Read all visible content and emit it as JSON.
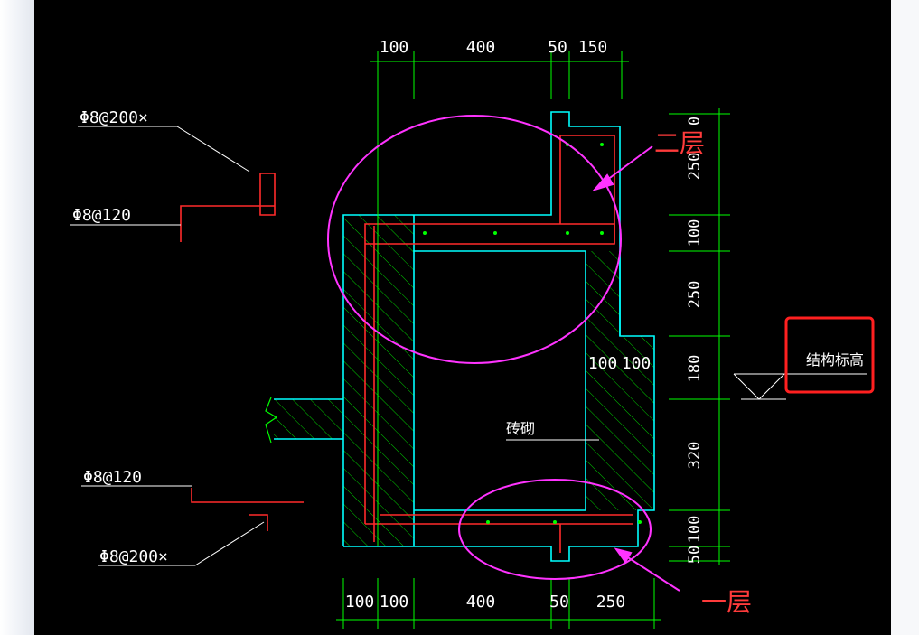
{
  "drawing": {
    "top_dims": [
      "100",
      "400",
      "50",
      "150"
    ],
    "bottom_dims": [
      "100",
      "100",
      "400",
      "50",
      "250"
    ],
    "right_dims": [
      "0",
      "250",
      "100",
      "250",
      "180",
      "320",
      "100",
      "50"
    ],
    "mid_dims": [
      "100",
      "100"
    ],
    "rebar_labels": {
      "top_a": "Φ8@200×",
      "top_b": "Φ8@120",
      "bot_a": "Φ8@120",
      "bot_b": "Φ8@200×"
    },
    "material_label": "砖砌",
    "level_label": "结构标高",
    "annotations": {
      "upper": "二层",
      "lower": "一层"
    },
    "colors": {
      "outline": "#00ffff",
      "dimension": "#00ff00",
      "rebar": "#ff0000",
      "hatch": "#00cc00",
      "annotation": "#ff33ff",
      "callout_text": "#ff3b3b",
      "highlight_box": "#ff2020"
    }
  }
}
